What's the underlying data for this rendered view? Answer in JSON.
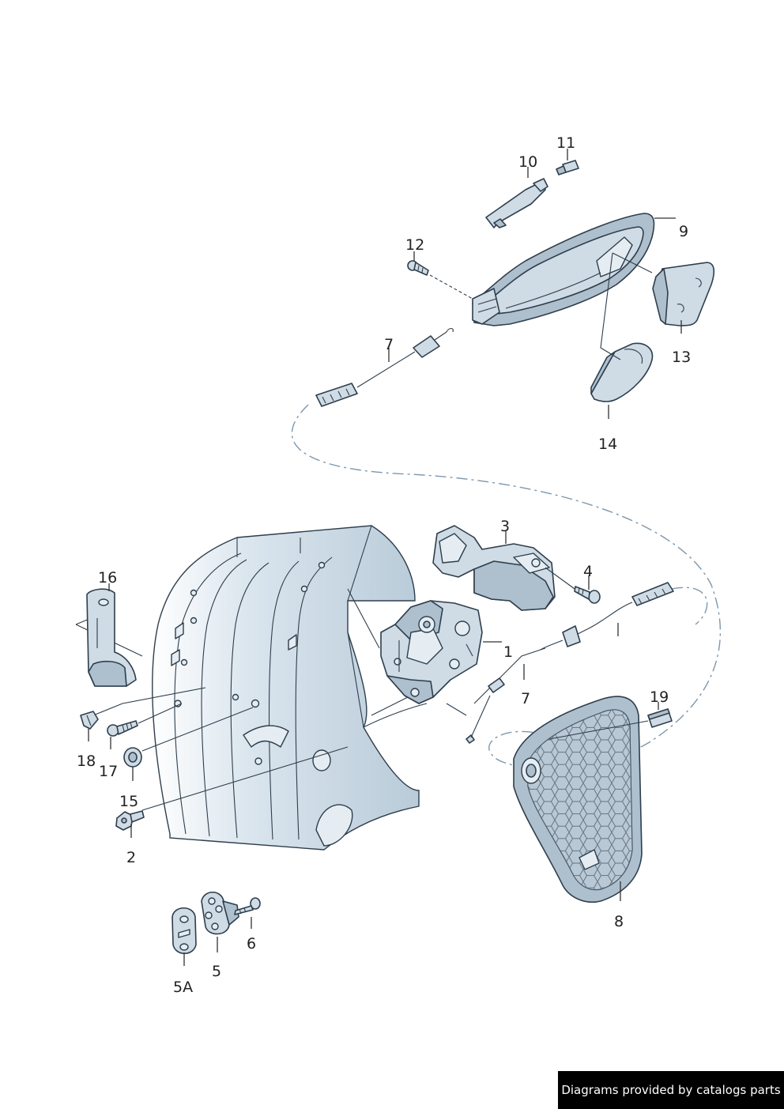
{
  "callouts": {
    "c1": "1",
    "c2": "2",
    "c3": "3",
    "c4": "4",
    "c5": "5",
    "c5a": "5A",
    "c6": "6",
    "c7a": "7",
    "c7b": "7",
    "c8": "8",
    "c9": "9",
    "c10": "10",
    "c11": "11",
    "c12": "12",
    "c13": "13",
    "c14": "14",
    "c15": "15",
    "c16": "16",
    "c17": "17",
    "c18": "18",
    "c19": "19"
  },
  "footer": {
    "text": "Diagrams provided by catalogs parts"
  },
  "colors": {
    "part_fill": "#cfdbe5",
    "outline": "#2e3e4c",
    "dash": "#7d97ad",
    "footer_bg": "#000000"
  }
}
